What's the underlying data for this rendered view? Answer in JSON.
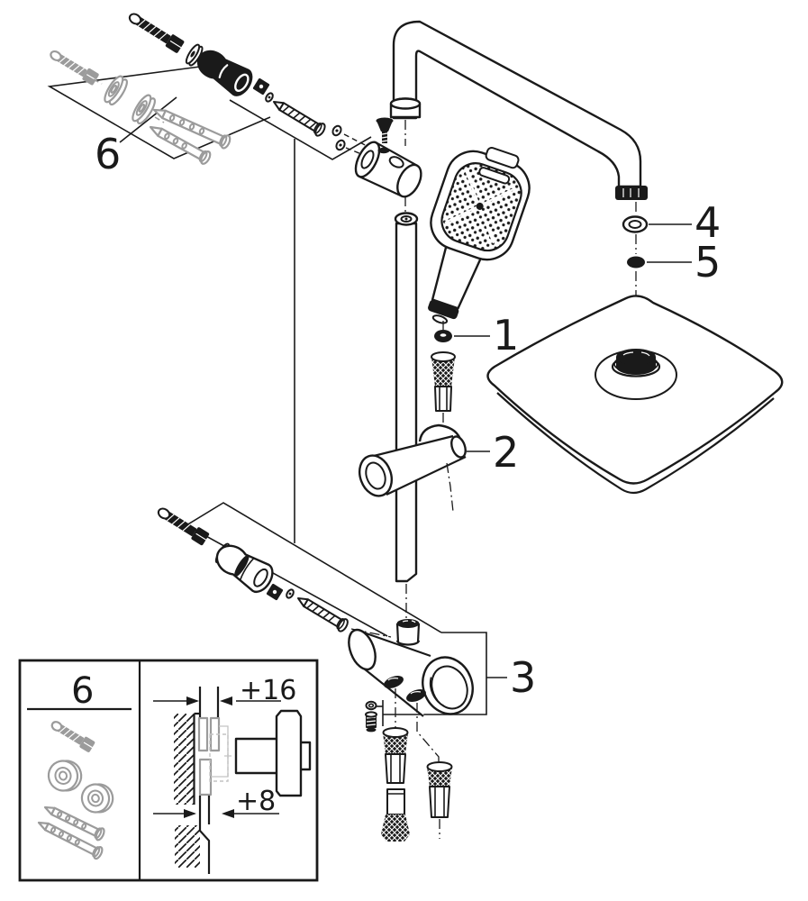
{
  "figure": {
    "type": "exploded-parts-diagram",
    "subject": "wall-mounted shower system with head shower, hand shower, slide rail and diverter valve"
  },
  "colors": {
    "ink": "#1a1a1a",
    "muted_gray": "#9b9b9b",
    "faint_gray": "#c4c4c4",
    "background": "#ffffff"
  },
  "callouts": {
    "c1": "1",
    "c2": "2",
    "c3": "3",
    "c4": "4",
    "c5": "5",
    "c6": "6",
    "c6_inset": "6"
  },
  "dimensions": {
    "upper": "+16",
    "lower": "+8"
  }
}
